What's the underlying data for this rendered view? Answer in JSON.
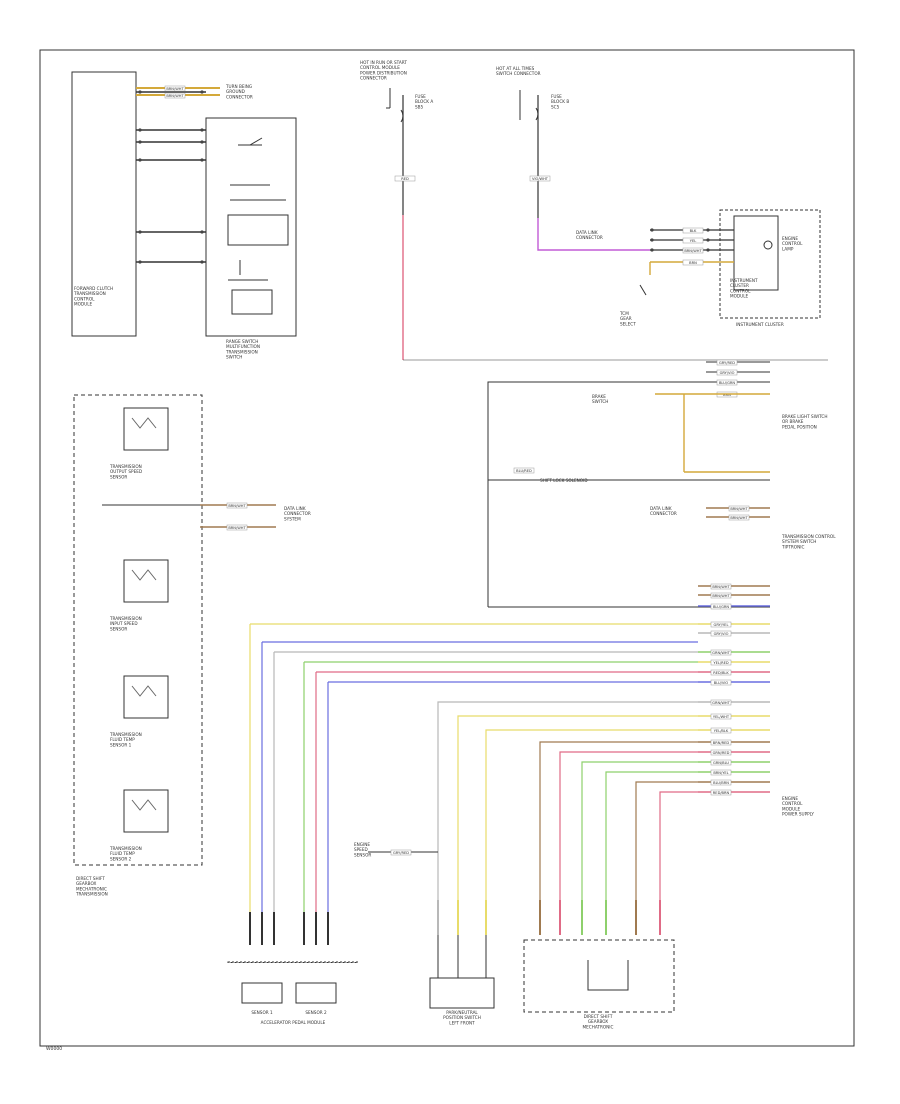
{
  "footer": {
    "code": "W0000"
  },
  "colors": {
    "outline": "#333333",
    "wire_red": "#e06b86",
    "wire_violet": "#c25bd6",
    "wire_tan": "#d4a93a",
    "wire_blue": "#6a6ee0",
    "wire_green": "#8ed06c",
    "wire_yellow": "#e8dc6a",
    "wire_gray": "#b8b8b8",
    "wire_brown": "#a07a50"
  },
  "labels": {
    "hot_run_start": [
      "HOT IN RUN OR START",
      "CONTROL MODULE",
      "POWER DISTRIBUTION",
      "CONNECTOR"
    ],
    "hot_at_all_times": [
      "HOT AT ALL TIMES",
      "SWITCH CONNECTOR"
    ],
    "fuse_a": [
      "FUSE",
      "BLOCK A",
      "SB5"
    ],
    "fuse_b": [
      "FUSE",
      "BLOCK B",
      "SC5"
    ],
    "gear_selector": [
      "TURN BEING",
      "GROUND",
      "CONNECTOR"
    ],
    "left_group": [
      "FORWARD CLUTCH",
      "TRANSMISSION",
      "CONTROL",
      "MODULE"
    ],
    "range_switch": [
      "RANGE SWITCH",
      "MULTIFUNCTION",
      "TRANSMISSION",
      "SWITCH"
    ],
    "cluster_detail": [
      "INSTRUMENT",
      "CLUSTER",
      "CONTROL",
      "MODULE"
    ],
    "cluster_bulb": [
      "ENGINE",
      "CONTROL",
      "LAMP"
    ],
    "cluster_switch": [
      "TCM",
      "GEAR",
      "SELECT"
    ],
    "instrument_cluster": "INSTRUMENT CLUSTER",
    "brake_light": [
      "BRAKE LIGHT SWITCH",
      "OR BRAKE",
      "PEDAL POSITION"
    ],
    "brake_switch": [
      "BRAKE",
      "SWITCH"
    ],
    "shift_lock": "SHIFT LOCK SOLENOID",
    "data_link": [
      "DATA LINK",
      "CONNECTOR"
    ],
    "tcm_switch": [
      "TRANSMISSION CONTROL",
      "SYSTEM SWITCH",
      "TIPTRONIC"
    ],
    "speed_sensor_1": [
      "TRANSMISSION",
      "OUTPUT SPEED",
      "SENSOR"
    ],
    "speed_sensor_2": [
      "TRANSMISSION",
      "INPUT SPEED",
      "SENSOR"
    ],
    "speed_sensor_3": [
      "TRANSMISSION",
      "FLUID TEMP",
      "SENSOR 1"
    ],
    "speed_sensor_4": [
      "TRANSMISSION",
      "FLUID TEMP",
      "SENSOR 2"
    ],
    "direct_shift": [
      "DIRECT SHIFT",
      "GEARBOX",
      "MECHATRONIC",
      "TRANSMISSION"
    ],
    "left_data_link": [
      "DATA LINK",
      "CONNECTOR",
      "SYSTEM"
    ],
    "ecm": [
      "ENGINE",
      "CONTROL",
      "MODULE",
      "POWER SUPPLY"
    ],
    "engine_speed": [
      "ENGINE",
      "SPEED",
      "SENSOR"
    ],
    "sensor_g": "SENSOR 1",
    "sensor_f": "SENSOR 2",
    "accel_pedal": "ACCELERATOR PEDAL MODULE",
    "park_switch": [
      "PARK/NEUTRAL",
      "POSITION SWITCH",
      "LEFT FRONT"
    ],
    "mechatronic": [
      "DIRECT SHIFT",
      "GEARBOX",
      "MECHATRONIC"
    ],
    "wire_codes": {
      "top_left_1": "BRN/WHT",
      "top_left_2": "BRN/WHT",
      "fuse_wire_1": "RED",
      "fuse_wire_2": "VIO/WHT",
      "cluster_w1": "BLK",
      "cluster_w2": "YEL",
      "cluster_w3": "BRN/WHT",
      "cluster_w4": "BRN",
      "dl_w1": "BRN/WHT",
      "dl_w2": "BRN/WHT",
      "shift_w": "BLU/RED",
      "ecm_top": [
        "GRY/RED",
        "GRY/VIO",
        "BLU/GRN",
        "BRN"
      ],
      "tcm_right": [
        "BRN/WHT",
        "BRN/WHT",
        "BLU/GRN",
        "GRY/YEL",
        "GRY/VIO",
        "GRN/WHT",
        "YEL/RED",
        "RED/BLK",
        "BLU/VIO"
      ],
      "tcm_lower": [
        "GRN/WHT",
        "YEL/WHT",
        "YEL/BLK",
        "BRN/RED",
        "GRN/RED",
        "GRN/BLU",
        "BRN/YEL",
        "BLU/BRN",
        "RED/BRN"
      ],
      "engine_speed_w": "GRY/RED"
    }
  }
}
